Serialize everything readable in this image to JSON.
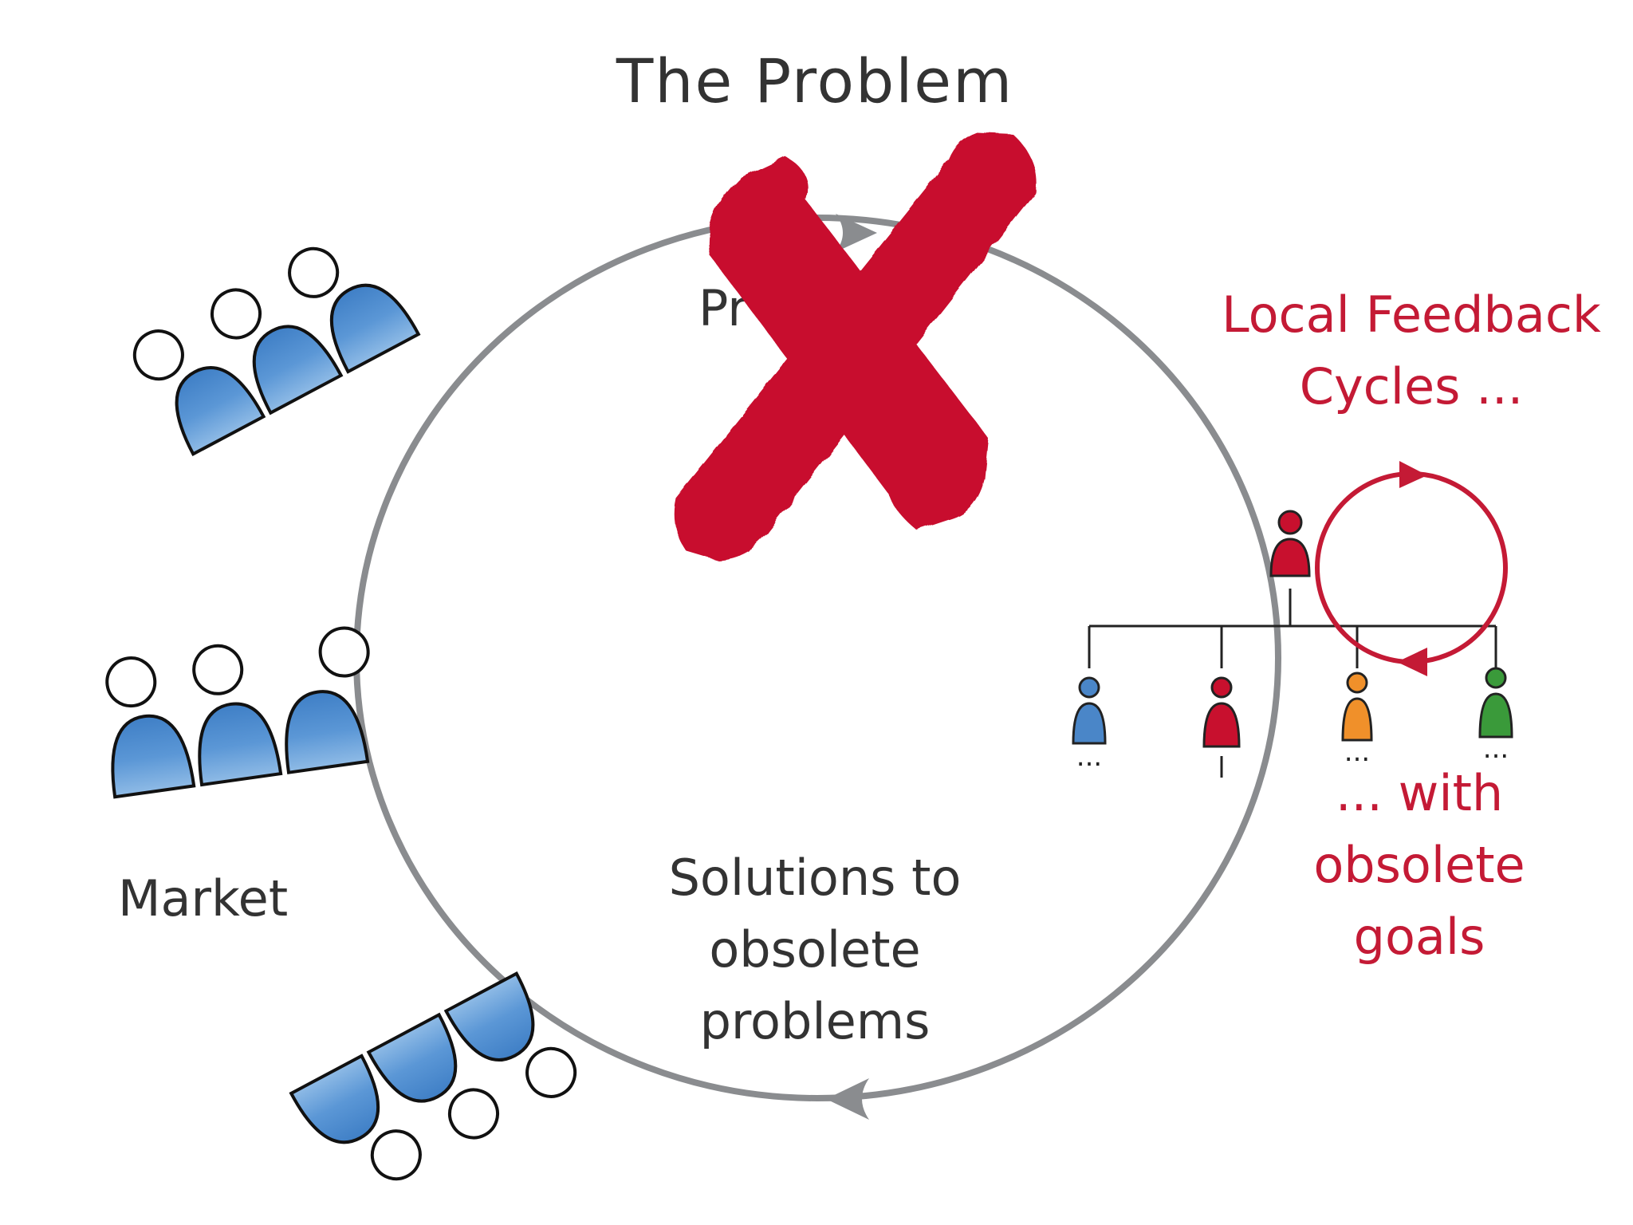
{
  "title": "The Problem",
  "cycle": {
    "top_label": "Problems",
    "top_label_visible": "Pr        e",
    "bottom_label_lines": [
      "Solutions to",
      "obsolete",
      "problems"
    ],
    "stroke_color": "#8a8c8f"
  },
  "market": {
    "label": "Market",
    "people_color": "#4a86c8"
  },
  "local_feedback": {
    "heading_lines": [
      "Local Feedback",
      "Cycles ..."
    ],
    "suffix_lines": [
      "... with",
      "obsolete",
      "goals"
    ],
    "color": "#c41a35"
  },
  "org_chart": {
    "boss_color": "#c8102e",
    "members": [
      {
        "color": "#4a86c8",
        "ellipsis": "..."
      },
      {
        "color": "#c8102e",
        "ellipsis": ""
      },
      {
        "color": "#f0902a",
        "ellipsis": "..."
      },
      {
        "color": "#3a9a3a",
        "ellipsis": "..."
      }
    ]
  },
  "cross_mark": {
    "color": "#c8102e",
    "icon": "cross-out-icon"
  }
}
